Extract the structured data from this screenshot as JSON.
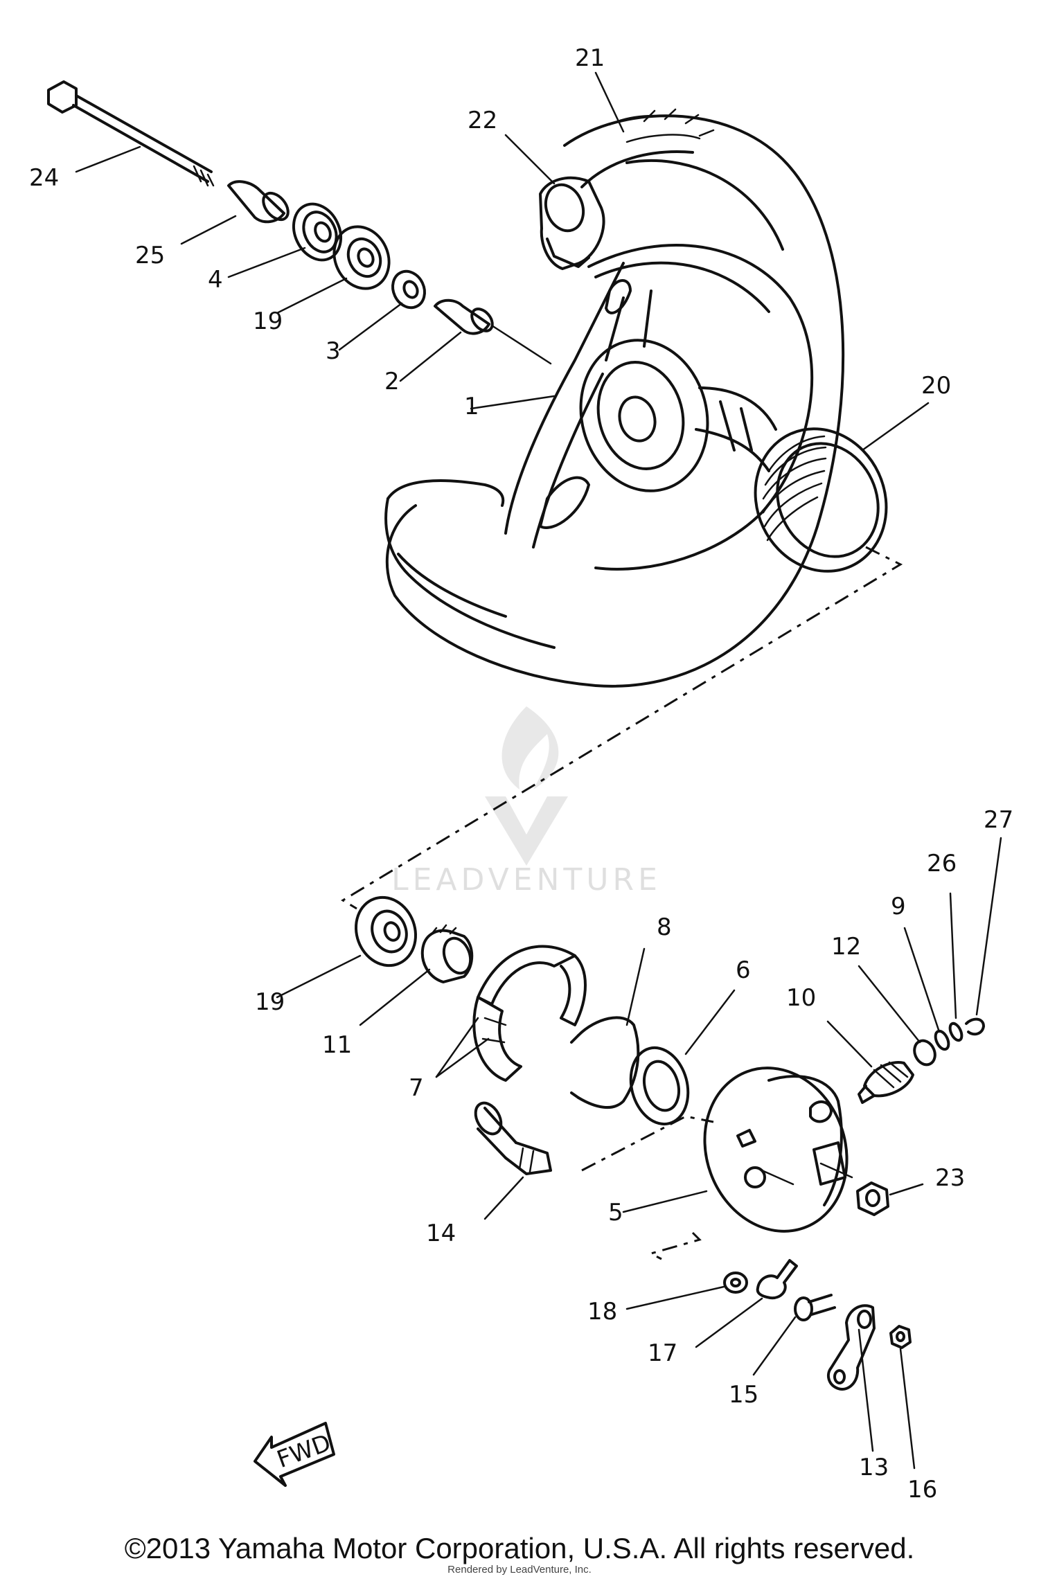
{
  "watermark": {
    "brand": "LEADVENTURE"
  },
  "badge": {
    "text": "FWD"
  },
  "callouts": [
    "1",
    "2",
    "3",
    "4",
    "5",
    "6",
    "7",
    "8",
    "9",
    "10",
    "11",
    "12",
    "13",
    "14",
    "15",
    "16",
    "17",
    "18",
    "19",
    "19",
    "20",
    "21",
    "22",
    "23",
    "24",
    "25",
    "26",
    "27"
  ],
  "footer": {
    "copyright": "©2013 Yamaha Motor Corporation, U.S.A. All rights reserved.",
    "rendered_by": "Rendered by LeadVenture, Inc."
  },
  "colors": {
    "ink": "#111111",
    "watermark": "#d8d8d8",
    "background": "#ffffff"
  }
}
